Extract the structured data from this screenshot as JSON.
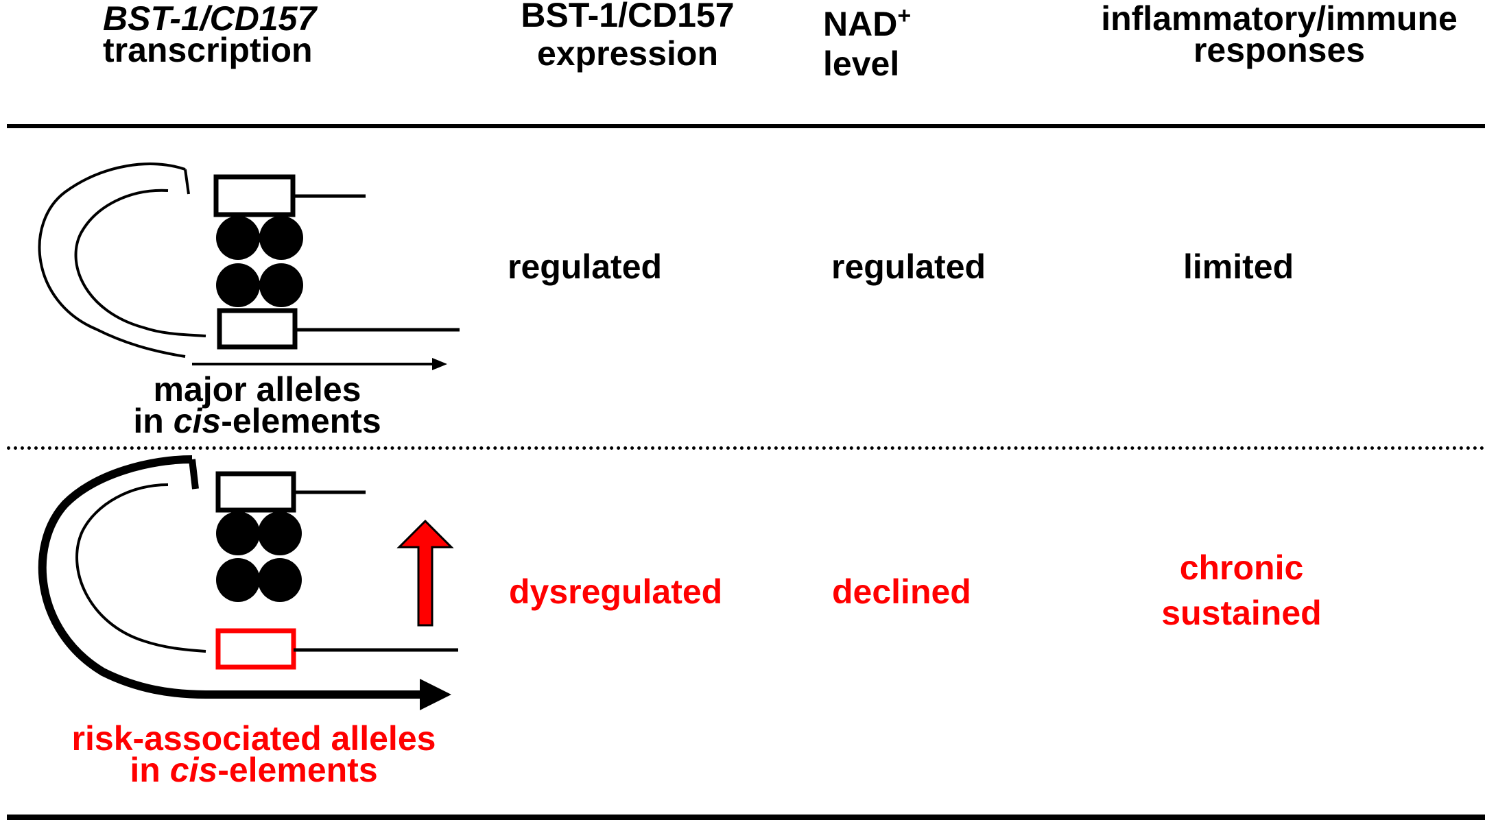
{
  "header": {
    "col1": {
      "line1": "BST-1/CD157",
      "line2": "transcription"
    },
    "col2": {
      "line1": "BST-1/CD157",
      "line2": "expression"
    },
    "col3": {
      "line1_main": "NAD",
      "line1_sup": "+",
      "line2": "level"
    },
    "col4": {
      "line1": "inflammatory/immune",
      "line2": "responses"
    }
  },
  "rows": {
    "major": {
      "caption_line1": "major alleles",
      "caption_line2_pre": "in ",
      "caption_line2_italic": "cis",
      "caption_line2_post": "-elements",
      "expression": "regulated",
      "nad": "regulated",
      "response": "limited"
    },
    "risk": {
      "caption_line1": "risk-associated alleles",
      "caption_line2_pre": "in ",
      "caption_line2_italic": "cis",
      "caption_line2_post": "-elements",
      "expression": "dysregulated",
      "nad": "declined",
      "response_line1": "chronic",
      "response_line2": "sustained"
    }
  },
  "colors": {
    "risk": "#ff0000",
    "normal": "#000000"
  }
}
